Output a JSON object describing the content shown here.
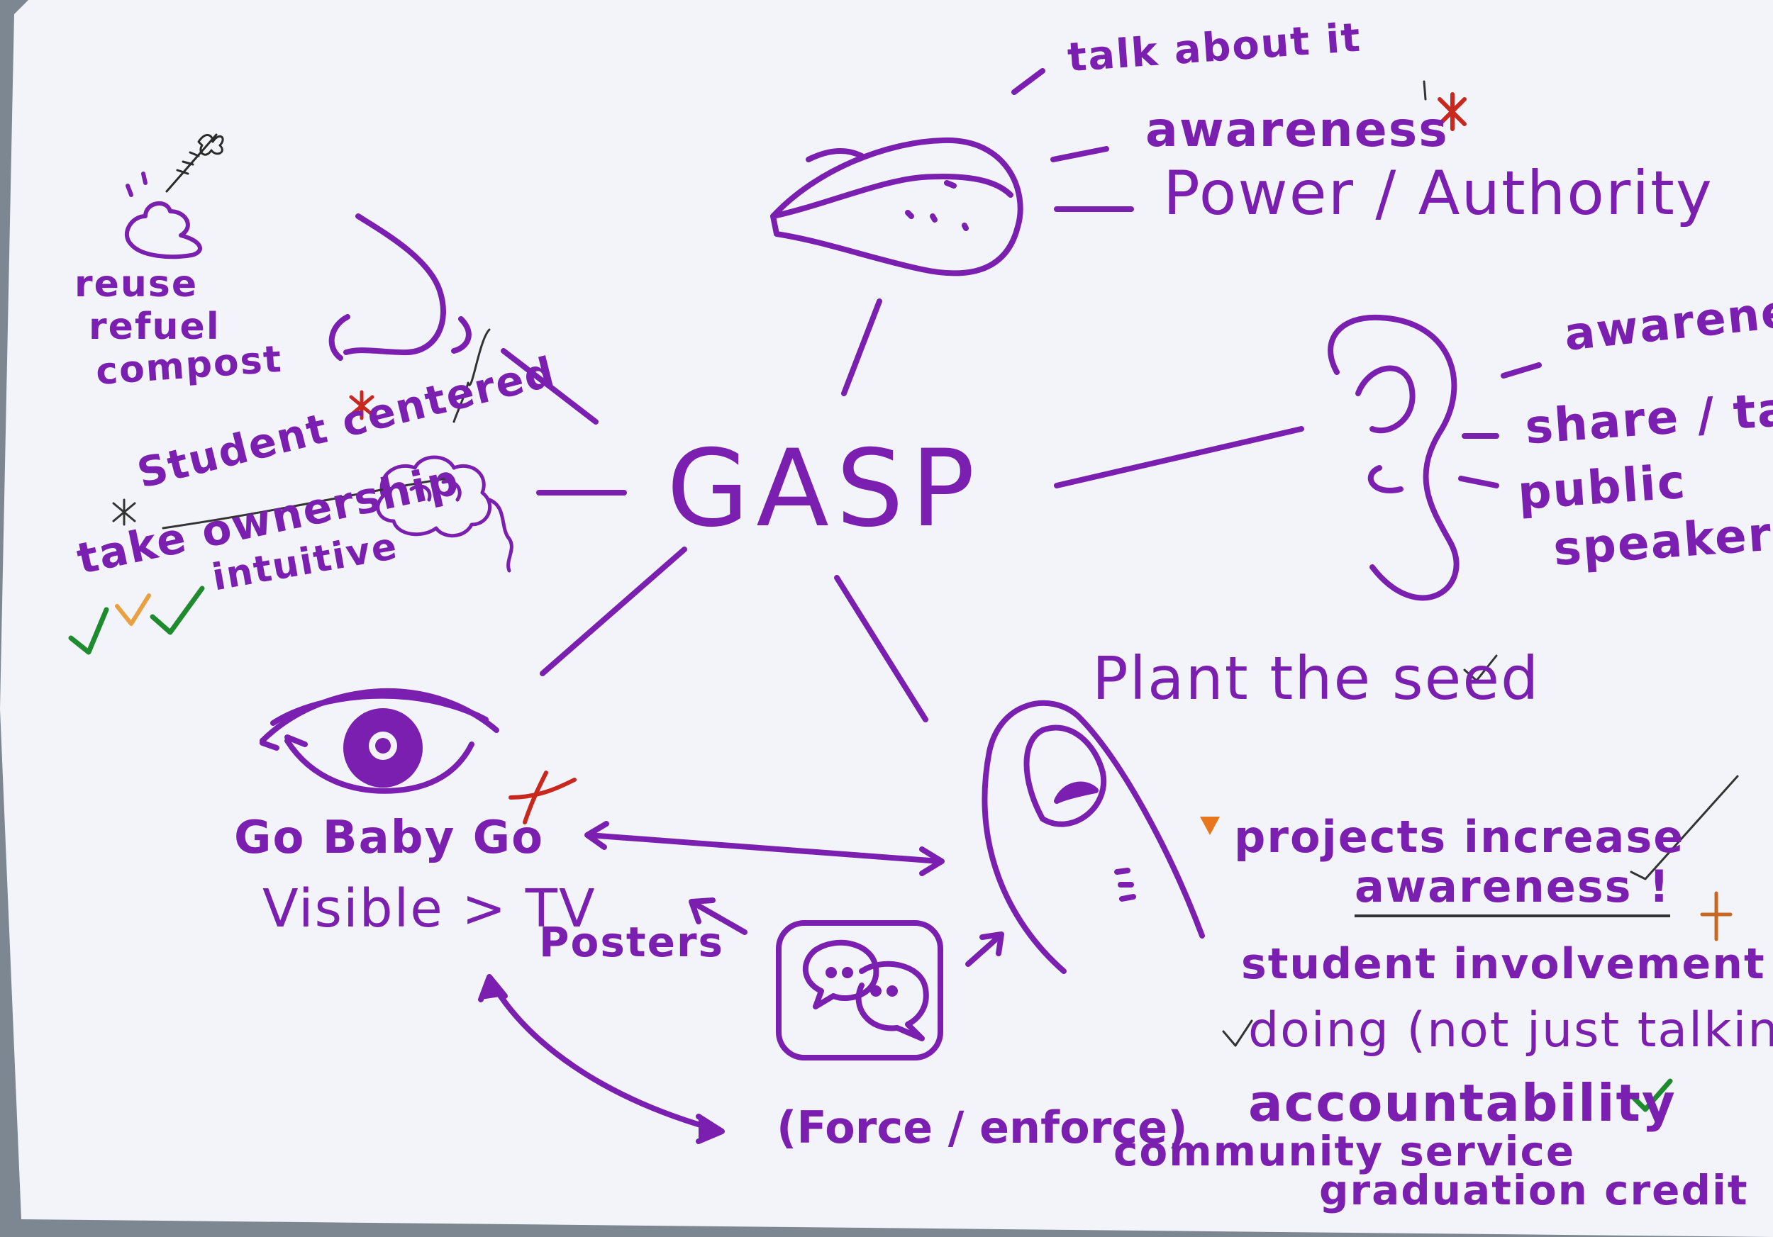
{
  "center": {
    "title": "GASP"
  },
  "colors": {
    "ink": "#7a1fb0",
    "paper": "#f3f4fa",
    "red": "#c8281e",
    "green": "#1e8c2e",
    "orange": "#e8a040"
  },
  "mouth": {
    "top": "talk about it",
    "items": [
      "awareness",
      "Power / Authority"
    ]
  },
  "ear": {
    "items": [
      "awareness",
      "share / talk",
      "public",
      "speakers"
    ]
  },
  "nose": {
    "items": [
      "reuse",
      "refuel",
      "compost"
    ]
  },
  "brain": {
    "items": [
      "Student centered",
      "take ownership",
      "intuitive"
    ]
  },
  "eye": {
    "items": [
      "Go Baby Go",
      "Visible > TV",
      "Posters"
    ]
  },
  "finger": {
    "title": "Plant the seed",
    "items": [
      "projects increase",
      "awareness !",
      "student involvement",
      "doing (not just talking",
      "accountability",
      "community service",
      "graduation credit"
    ]
  },
  "force": {
    "label": "(Force / enforce)"
  },
  "icons": [
    "mouth-icon",
    "ear-icon",
    "nose-icon",
    "brain-icon",
    "eye-icon",
    "finger-icon",
    "chat-bubbles-icon",
    "poop-icon"
  ]
}
